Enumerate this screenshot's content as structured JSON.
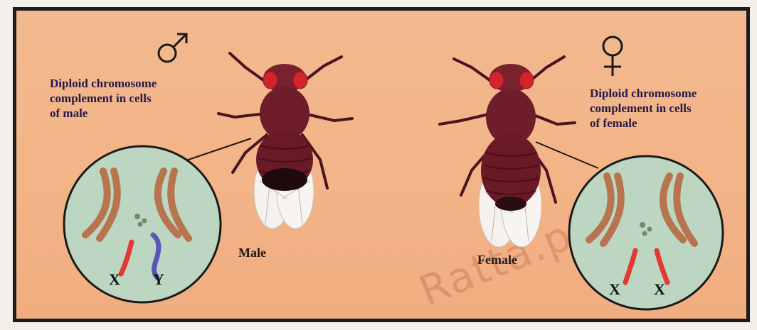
{
  "male": {
    "symbol": "♂",
    "caption_lines": [
      "Diploid chromosome",
      "complement in cells",
      "of male"
    ],
    "label": "Male",
    "sex_chromosomes": [
      "X",
      "Y"
    ]
  },
  "female": {
    "symbol": "♀",
    "caption_lines": [
      "Diploid chromosome",
      "complement in cells",
      "of female"
    ],
    "label": "Female",
    "sex_chromosomes": [
      "X",
      "X"
    ]
  },
  "watermark": "Ratta.pk",
  "colors": {
    "background": "#f2b98e",
    "fly_body": "#6e1e2a",
    "fly_eye": "#d4232b",
    "autosome": "#b8734f",
    "x_chromosome": "#e03a35",
    "y_chromosome": "#5a56b8"
  }
}
